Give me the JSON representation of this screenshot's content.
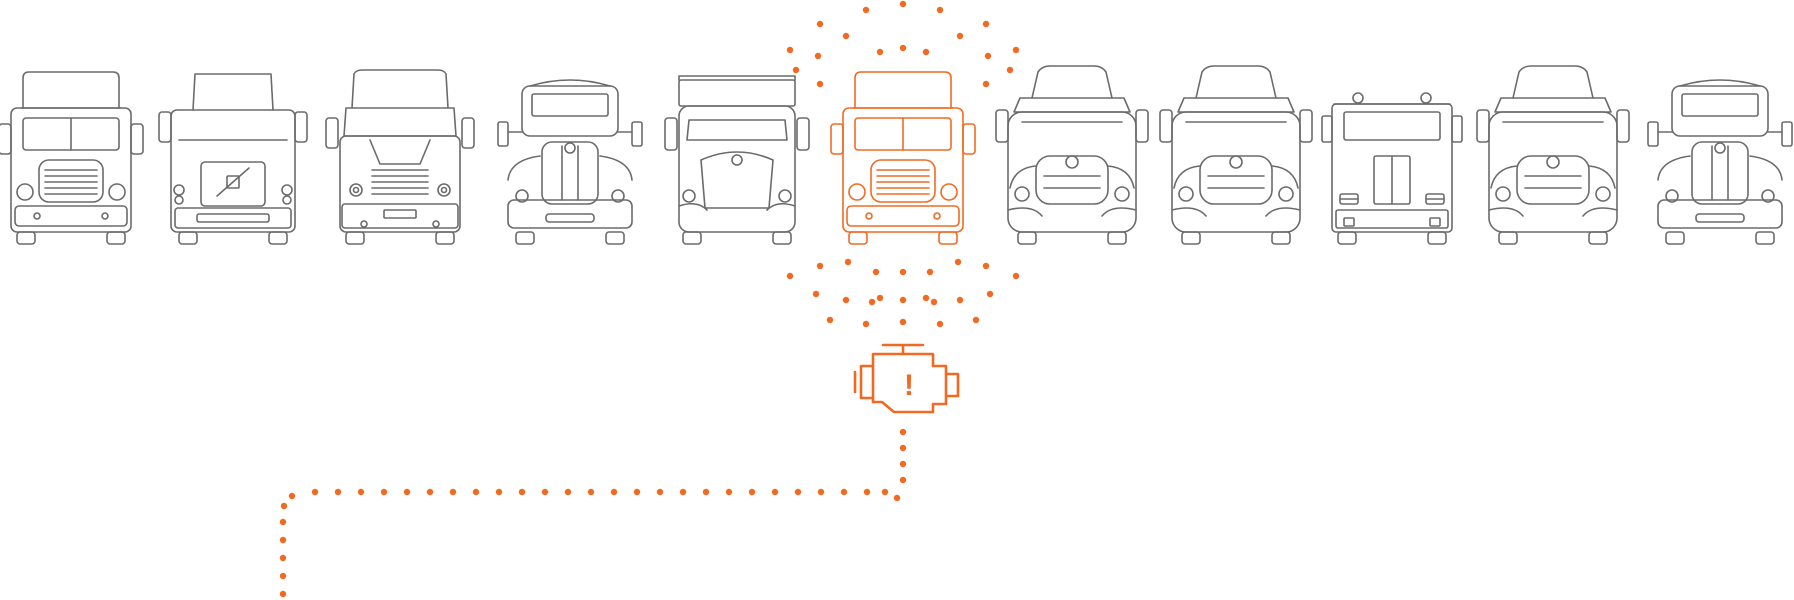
{
  "colors": {
    "background": "#ffffff",
    "truck_outline": "#6b6b6b",
    "highlight": "#f26a21"
  },
  "diagram": {
    "icons": {
      "truck": "semi-truck-front-icon",
      "engine_alert": "check-engine-warning-icon",
      "connector": "dotted-path"
    },
    "fleet": [
      {
        "style": "flat-nose",
        "highlighted": false
      },
      {
        "style": "square-grille",
        "highlighted": false
      },
      {
        "style": "wide-grille",
        "highlighted": false
      },
      {
        "style": "classic-hood",
        "highlighted": false
      },
      {
        "style": "box-cab",
        "highlighted": false
      },
      {
        "style": "flat-nose",
        "highlighted": true
      },
      {
        "style": "aero-sleeper",
        "highlighted": false
      },
      {
        "style": "aero-sleeper",
        "highlighted": false
      },
      {
        "style": "cabover",
        "highlighted": false
      },
      {
        "style": "aero-sleeper",
        "highlighted": false
      },
      {
        "style": "classic-hood",
        "highlighted": false
      }
    ],
    "alert_symbol": "!"
  }
}
